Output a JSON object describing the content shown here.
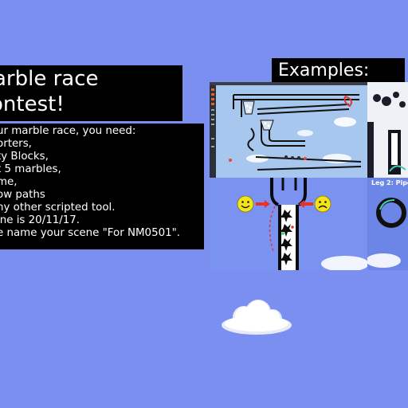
{
  "title": {
    "line1": "arble race",
    "line2": "ontest!"
  },
  "rules": {
    "lines": [
      "ur marble race, you need:",
      "orters,",
      "ty Blocks,",
      "t 5 marbles,",
      "me,",
      "ow paths",
      "ny other scripted tool.",
      "ine is 20/11/17.",
      "e name your scene \"For NM0501\"."
    ]
  },
  "examples": {
    "label": "Examples:",
    "thumb_d_caption": "Leg 2: Pipe"
  },
  "colors": {
    "background": "#7b8ff0",
    "panel": "#000000",
    "text": "#ffffff",
    "accent_red": "#e8302c",
    "smiley_yellow": "#f5e419"
  },
  "icons": {
    "happy": "happy-smiley-icon",
    "sad": "sad-smiley-icon",
    "arrow": "red-arrow-icon",
    "cloud": "cloud-icon"
  }
}
